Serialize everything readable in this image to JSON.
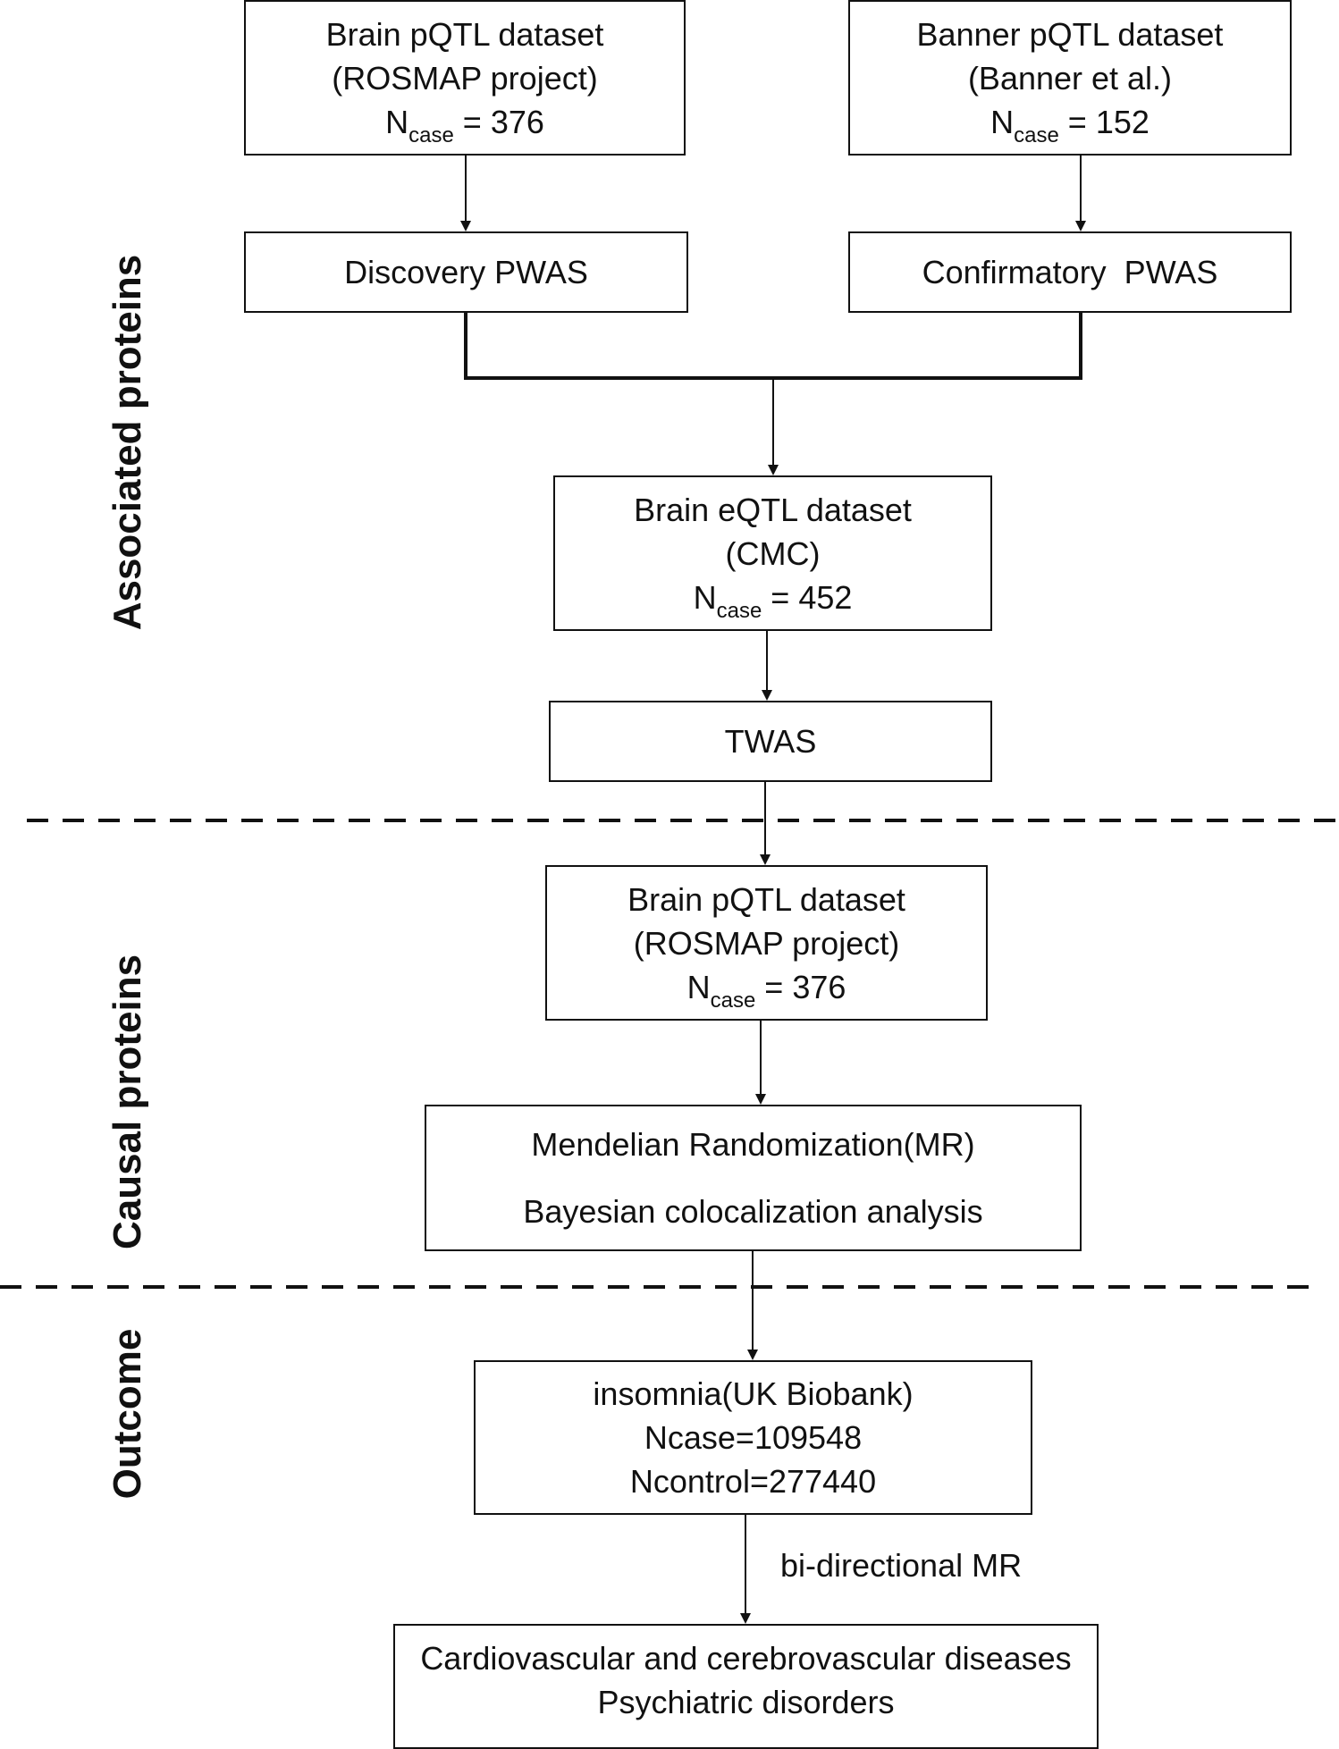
{
  "side_labels": {
    "associated": "Associated proteins",
    "causal": "Causal proteins",
    "outcome": "Outcome"
  },
  "boxes": {
    "brain_pqtl": {
      "line1": "Brain pQTL dataset",
      "line2": "(ROSMAP project)",
      "n_prefix": "N",
      "n_sub": "case",
      "n_value": " = 376"
    },
    "banner_pqtl": {
      "line1": "Banner pQTL dataset",
      "line2": "(Banner et al.)",
      "n_prefix": "N",
      "n_sub": "case",
      "n_value": " = 152"
    },
    "discovery": {
      "label": "Discovery PWAS"
    },
    "confirmatory": {
      "label": "Confirmatory  PWAS"
    },
    "brain_eqtl": {
      "line1": "Brain eQTL dataset",
      "line2": "(CMC)",
      "n_prefix": "N",
      "n_sub": "case",
      "n_value": " = 452"
    },
    "twas": {
      "label": "TWAS"
    },
    "brain_pqtl_2": {
      "line1": "Brain pQTL dataset",
      "line2": "(ROSMAP project)",
      "n_prefix": "N",
      "n_sub": "case",
      "n_value": " = 376"
    },
    "mr": {
      "line1": "Mendelian Randomization(MR)",
      "line2": "Bayesian colocalization analysis"
    },
    "insomnia": {
      "line1": "insomnia(UK Biobank)",
      "line2": "Ncase=109548",
      "line3": "Ncontrol=277440"
    },
    "diseases": {
      "line1": "Cardiovascular and cerebrovascular diseases",
      "line2": "Psychiatric disorders"
    }
  },
  "edge_labels": {
    "bidirectional": "bi-directional MR"
  }
}
